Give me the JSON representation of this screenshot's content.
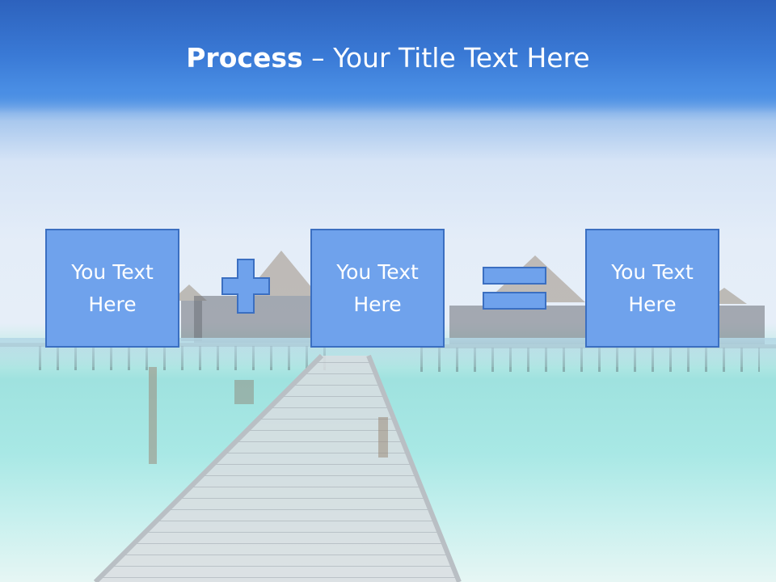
{
  "slide": {
    "title_bold": "Process",
    "title_dash": " – ",
    "title_rest": "Your Title Text Here"
  },
  "boxes": [
    {
      "text": "You Text\nHere"
    },
    {
      "text": "You Text\nHere"
    },
    {
      "text": "You Text\nHere"
    }
  ],
  "operators": [
    {
      "icon": "plus-icon"
    },
    {
      "icon": "equals-icon"
    }
  ],
  "colors": {
    "title_band": "#3a7ad6",
    "box_fill": "#6fa2ec",
    "box_border": "#3b6fc1",
    "text": "#ffffff"
  }
}
